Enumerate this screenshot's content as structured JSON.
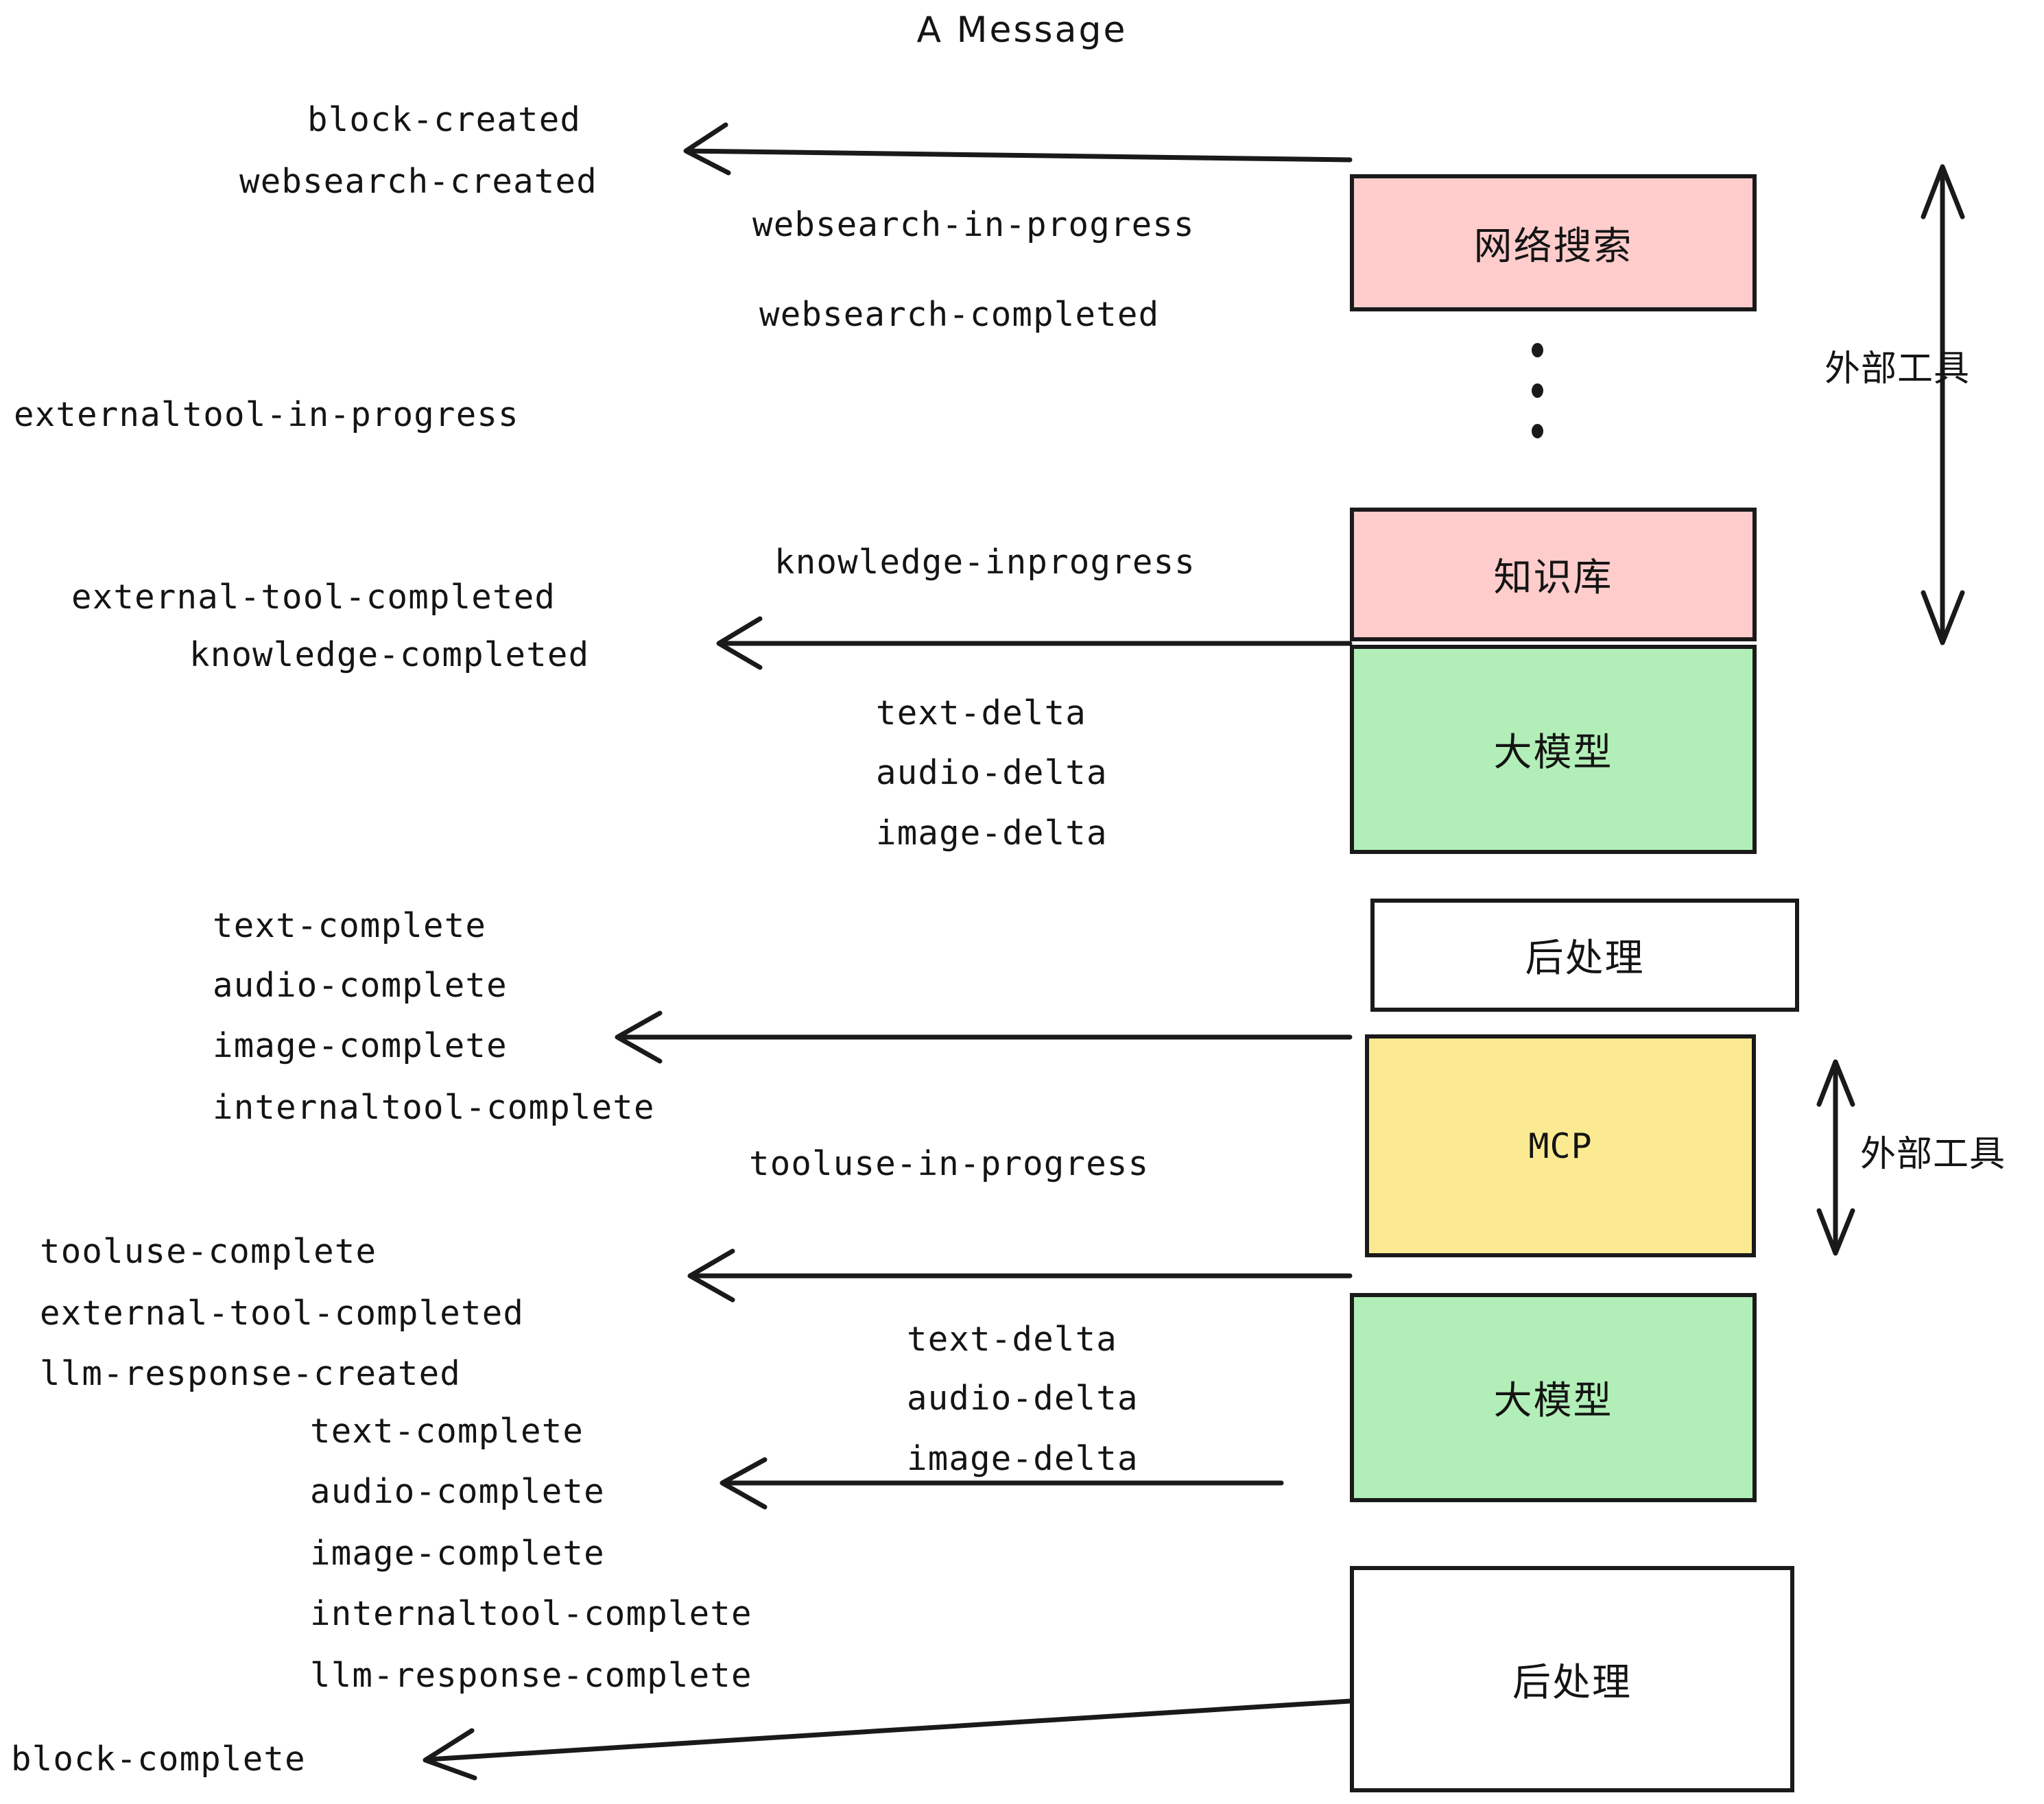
{
  "title": "A Message",
  "colors": {
    "pink": "#FFCCCC",
    "green": "#B2EFB8",
    "yellow": "#FCEA92",
    "white": "#FFFFFF",
    "stroke": "#1A1A1A",
    "text": "#141414",
    "background": "#FFFFFF"
  },
  "boxes": [
    {
      "id": "websearch",
      "label": "网络搜索",
      "fill": "#FFCCCC",
      "mono": false
    },
    {
      "id": "knowledge",
      "label": "知识库",
      "fill": "#FFCCCC",
      "mono": false
    },
    {
      "id": "llm-top",
      "label": "大模型",
      "fill": "#B2EFB8",
      "mono": false
    },
    {
      "id": "post-top",
      "label": "后处理",
      "fill": "#FFFFFF",
      "mono": false
    },
    {
      "id": "mcp",
      "label": "MCP",
      "fill": "#FCEA92",
      "mono": true
    },
    {
      "id": "llm-bottom",
      "label": "大模型",
      "fill": "#B2EFB8",
      "mono": false
    },
    {
      "id": "post-bottom",
      "label": "后处理",
      "fill": "#FFFFFF",
      "mono": false
    }
  ],
  "side_labels": [
    {
      "id": "external-tools-top",
      "label": "外部工具"
    },
    {
      "id": "external-tools-bottom",
      "label": "外部工具"
    }
  ],
  "events": {
    "block_created": "block-created",
    "websearch_created": "websearch-created",
    "websearch_in_progress": "websearch-in-progress",
    "websearch_completed": "websearch-completed",
    "externaltool_in_progress": "externaltool-in-progress",
    "knowledge_inprogress": "knowledge-inprogress",
    "external_tool_completed_1": "external-tool-completed",
    "knowledge_completed": "knowledge-completed",
    "text_delta_1": "text-delta",
    "audio_delta_1": "audio-delta",
    "image_delta_1": "image-delta",
    "text_complete_1": "text-complete",
    "audio_complete_1": "audio-complete",
    "image_complete_1": "image-complete",
    "internaltool_complete_1": "internaltool-complete",
    "tooluse_in_progress": "tooluse-in-progress",
    "tooluse_complete": "tooluse-complete",
    "external_tool_completed_2": "external-tool-completed",
    "llm_response_created": "llm-response-created",
    "text_delta_2": "text-delta",
    "audio_delta_2": "audio-delta",
    "image_delta_2": "image-delta",
    "text_complete_2": "text-complete",
    "audio_complete_2": "audio-complete",
    "image_complete_2": "image-complete",
    "internaltool_complete_2": "internaltool-complete",
    "llm_response_complete": "llm-response-complete",
    "block_complete": "block-complete"
  }
}
